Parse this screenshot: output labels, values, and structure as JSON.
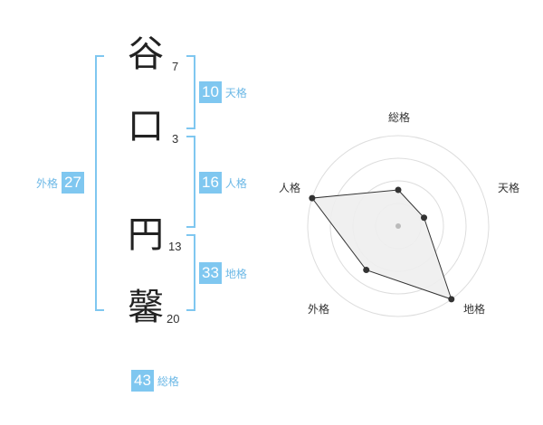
{
  "colors": {
    "accent": "#7fc7f0",
    "accent_text": "#6cb8e6",
    "radar_grid": "#dddddd",
    "radar_fill": "#eeeeee",
    "radar_line": "#333333"
  },
  "name": {
    "chars": [
      {
        "char": "谷",
        "strokes": "7"
      },
      {
        "char": "口",
        "strokes": "3"
      },
      {
        "char": "円",
        "strokes": "13"
      },
      {
        "char": "馨",
        "strokes": "20"
      }
    ]
  },
  "fortune": {
    "tenkaku": {
      "value": "10",
      "label": "天格"
    },
    "jinkaku": {
      "value": "16",
      "label": "人格"
    },
    "chikaku": {
      "value": "33",
      "label": "地格"
    },
    "gaikaku": {
      "value": "27",
      "label": "外格"
    },
    "soukaku": {
      "value": "43",
      "label": "総格"
    }
  },
  "radar": {
    "labels": {
      "soukaku": "総格",
      "tenkaku": "天格",
      "chikaku": "地格",
      "gaikaku": "外格",
      "jinkaku": "人格"
    },
    "ring_count": 4,
    "scores": [
      0.4,
      0.3,
      1.0,
      0.6,
      1.0
    ]
  }
}
